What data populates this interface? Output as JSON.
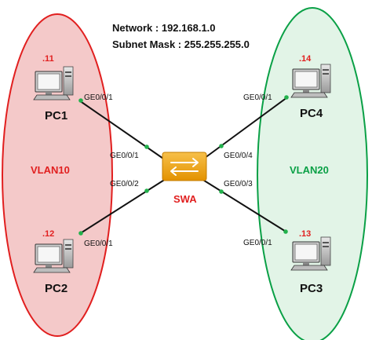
{
  "network": {
    "network_line": "Network : 192.168.1.0",
    "mask_line": "Subnet Mask : 255.255.255.0"
  },
  "vlans": {
    "left": {
      "label": "VLAN10",
      "color": "#e11f1f",
      "fill": "#f4c9c9"
    },
    "right": {
      "label": "VLAN20",
      "color": "#0aa046",
      "fill": "#e2f4e7"
    }
  },
  "switch": {
    "label": "SWA",
    "color": "#f0a000",
    "label_color": "#e11f1f"
  },
  "pcs": [
    {
      "name": "PC1",
      "ip": ".11",
      "pc_port": "GE0/0/1",
      "sw_port": "GE0/0/1"
    },
    {
      "name": "PC2",
      "ip": ".12",
      "pc_port": "GE0/0/1",
      "sw_port": "GE0/0/2"
    },
    {
      "name": "PC4",
      "ip": ".14",
      "pc_port": "GE0/0/1",
      "sw_port": "GE0/0/4"
    },
    {
      "name": "PC3",
      "ip": ".13",
      "pc_port": "GE0/0/1",
      "sw_port": "GE0/0/3"
    }
  ],
  "colors": {
    "link": "#111111",
    "port_dot": "#22b14c",
    "ip_text": "#e11f1f"
  }
}
